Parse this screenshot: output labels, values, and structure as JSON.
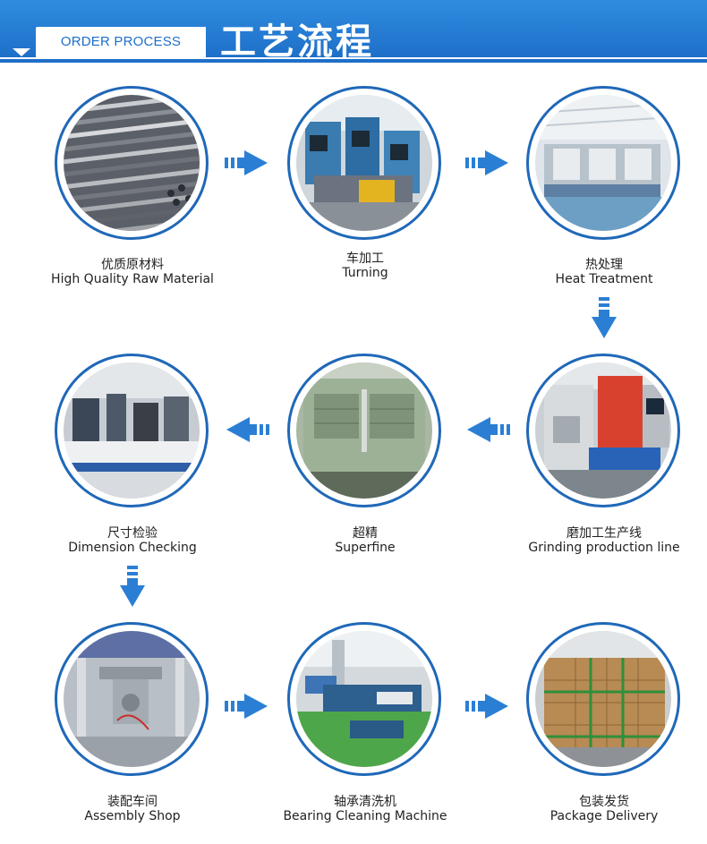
{
  "header": {
    "subtitle": "ORDER PROCESS",
    "title": "工艺流程"
  },
  "steps": [
    {
      "zh": "优质原材料",
      "en": "High Quality Raw Material",
      "icon": "steel-bars-photo"
    },
    {
      "zh": "车加工",
      "en": "Turning",
      "icon": "turning-machines-photo"
    },
    {
      "zh": "热处理",
      "en": "Heat Treatment",
      "icon": "heat-treatment-line-photo"
    },
    {
      "zh": "磨加工生产线",
      "en": "Grinding production line",
      "icon": "grinding-machine-photo"
    },
    {
      "zh": "超精",
      "en": "Superfine",
      "icon": "superfine-machine-photo"
    },
    {
      "zh": "尺寸检验",
      "en": "Dimension Checking",
      "icon": "measuring-instruments-photo"
    },
    {
      "zh": "装配车间",
      "en": "Assembly Shop",
      "icon": "assembly-machine-photo"
    },
    {
      "zh": "轴承清洗机",
      "en": "Bearing Cleaning Machine",
      "icon": "cleaning-machine-photo"
    },
    {
      "zh": "包装发货",
      "en": "Package Delivery",
      "icon": "packaged-pallets-photo"
    }
  ],
  "colors": {
    "accent": "#1e6fc8",
    "arrow": "#2a7fd4",
    "circle_border": "#1f68b8"
  }
}
